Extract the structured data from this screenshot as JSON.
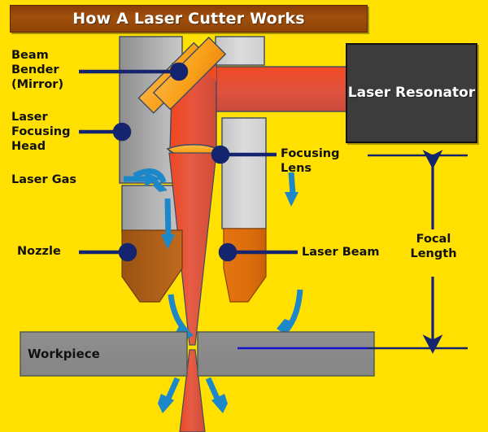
{
  "title": {
    "text": "How A Laser Cutter Works"
  },
  "colors": {
    "background": "#FFE000",
    "title_bar": "#8f4208",
    "title_text": "#FFFFFF",
    "resonator_box": "#3C3C3C",
    "beam_red": "#E8452A",
    "mirror_orange": "#F9A21A",
    "lens_orange": "#F9A21A",
    "nozzle_left_brown": "#A85B16",
    "nozzle_right_orange": "#E2700D",
    "gas_arrow_blue": "#1C87C9",
    "leader_navy": "#14246E",
    "head_gray": "#9E9E9E",
    "lower_gray": "#D4D4D4",
    "workpiece_gray": "#8C8C8C"
  },
  "labels": {
    "beam_bender": "Beam\nBender\n(Mirror)",
    "focusing_head": "Laser\nFocusing\nHead",
    "laser_gas": "Laser Gas",
    "nozzle": "Nozzle",
    "focusing_lens": "Focusing\nLens",
    "laser_beam": "Laser Beam",
    "focal_length": "Focal\nLength",
    "workpiece": "Workpiece",
    "resonator": "Laser\nResonator"
  },
  "parts": [
    {
      "name": "laser-resonator",
      "label": "Laser Resonator"
    },
    {
      "name": "beam-bender-mirror",
      "label": "Beam Bender (Mirror)"
    },
    {
      "name": "laser-focusing-head",
      "label": "Laser Focusing Head"
    },
    {
      "name": "focusing-lens",
      "label": "Focusing Lens"
    },
    {
      "name": "laser-gas-inlet",
      "label": "Laser Gas"
    },
    {
      "name": "nozzle",
      "label": "Nozzle"
    },
    {
      "name": "laser-beam",
      "label": "Laser Beam"
    },
    {
      "name": "focal-length-dimension",
      "label": "Focal Length"
    },
    {
      "name": "workpiece",
      "label": "Workpiece"
    }
  ]
}
